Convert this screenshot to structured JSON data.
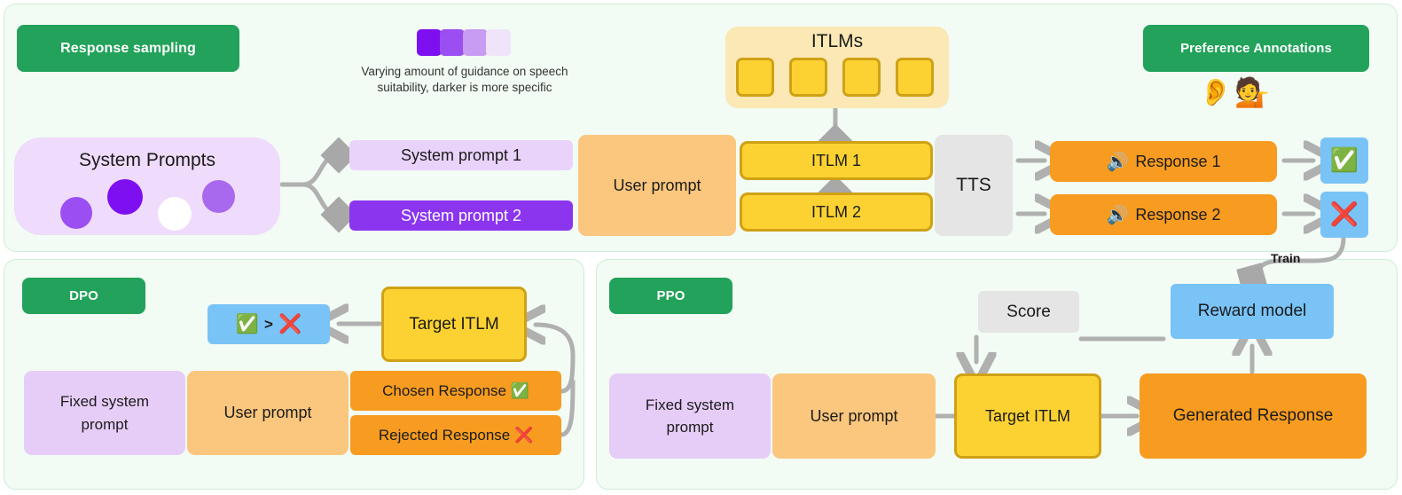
{
  "panels": {
    "sampling": {
      "badge": "Response sampling"
    },
    "dpo": {
      "badge": "DPO"
    },
    "ppo": {
      "badge": "PPO"
    },
    "annotations": {
      "badge": "Preference Annotations"
    }
  },
  "legend": {
    "caption_line1": "Varying amount of guidance on speech",
    "caption_line2": "suitability, darker is more specific",
    "swatches": [
      "#7d0ff0",
      "#9b4ef2",
      "#c79cf2",
      "#f0e4fb"
    ]
  },
  "system_prompts": {
    "title": "System Prompts",
    "dots": [
      "#9b4ef2",
      "#7d0ff0",
      "#ffffff",
      "#a869ee"
    ],
    "prompt1": "System prompt 1",
    "prompt2": "System prompt 2"
  },
  "sampling": {
    "user_prompt": "User prompt",
    "itlms_title": "ITLMs",
    "itlm_count": 4,
    "itlm1": "ITLM 1",
    "itlm2": "ITLM 2",
    "tts": "TTS",
    "response1": "Response 1",
    "response2": "Response 2",
    "speaker_icon": "🔊",
    "ear_icon": "👂",
    "annotator_icon": "💁",
    "accept_icon": "✅",
    "reject_icon": "❌",
    "train_label": "Train"
  },
  "dpo": {
    "preference": {
      "accept_icon": "✅",
      "comparator": ">",
      "reject_icon": "❌"
    },
    "target_itlm": "Target ITLM",
    "fixed_system_prompt_line1": "Fixed system",
    "fixed_system_prompt_line2": "prompt",
    "user_prompt": "User prompt",
    "chosen_response": "Chosen Response ✅",
    "rejected_response": "Rejected Response ❌"
  },
  "ppo": {
    "fixed_system_prompt_line1": "Fixed system",
    "fixed_system_prompt_line2": "prompt",
    "user_prompt": "User prompt",
    "target_itlm": "Target ITLM",
    "generated_response": "Generated Response",
    "score": "Score",
    "reward_model": "Reward model"
  },
  "colors": {
    "panel_bg": "#f2fbf4",
    "panel_border": "#cdeed6",
    "badge_green": "#22a25a",
    "connector_grey": "#b0b0b0",
    "yellow": "#fcd232",
    "yellow_border": "#cfa115",
    "orange": "#f79c21",
    "orange_light": "#fbc77e",
    "blue": "#79c3f7",
    "lavender": "#e9d3fb",
    "purple": "#8b35ef",
    "grey_box": "#e5e5e5"
  }
}
